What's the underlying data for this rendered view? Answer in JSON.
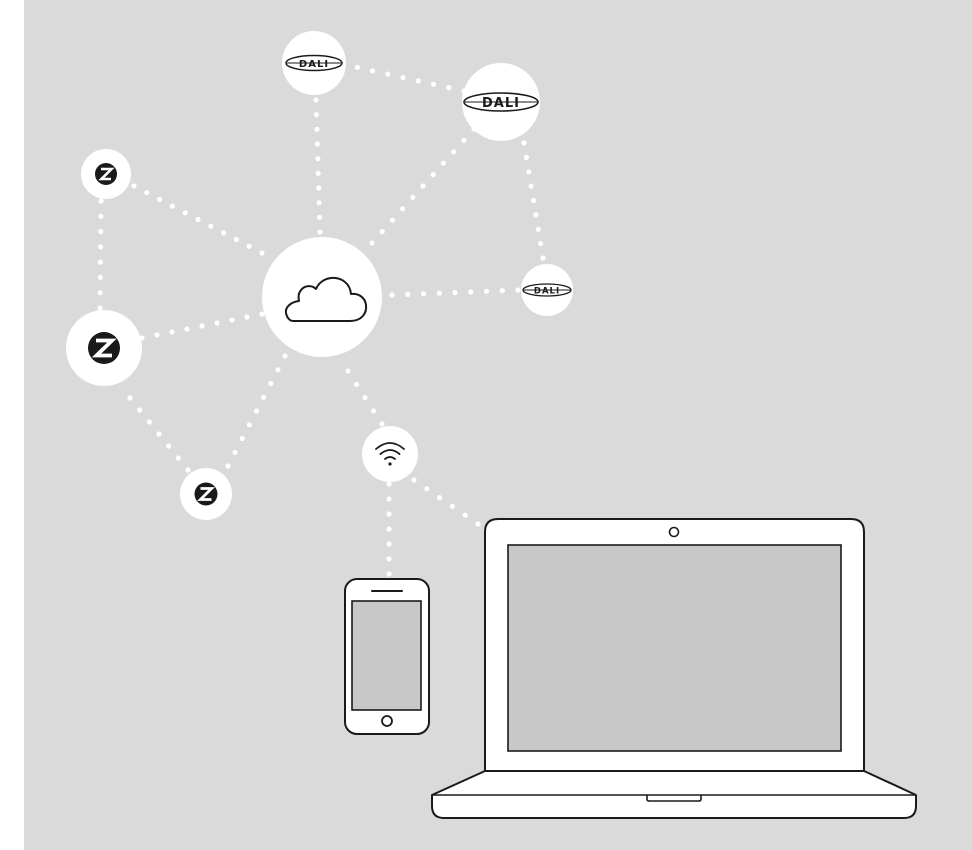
{
  "diagram": {
    "background_color": "#dadada",
    "node_fill": "#ffffff",
    "connector_color": "#ffffff",
    "device_screen_color": "#c8c8c8",
    "outline_color": "#1a1a1a",
    "nodes": {
      "cloud": {
        "icon": "cloud-icon"
      },
      "dali_top": {
        "icon": "dali-logo",
        "label": "DALI"
      },
      "dali_top_right": {
        "icon": "dali-logo",
        "label": "DALI"
      },
      "dali_right": {
        "icon": "dali-logo",
        "label": "DALI"
      },
      "zigbee_top": {
        "icon": "zigbee-icon"
      },
      "zigbee_left": {
        "icon": "zigbee-icon"
      },
      "zigbee_bottom": {
        "icon": "zigbee-icon"
      },
      "wifi": {
        "icon": "wifi-icon"
      },
      "smartphone": {
        "icon": "smartphone-icon"
      },
      "laptop": {
        "icon": "laptop-icon"
      }
    }
  }
}
